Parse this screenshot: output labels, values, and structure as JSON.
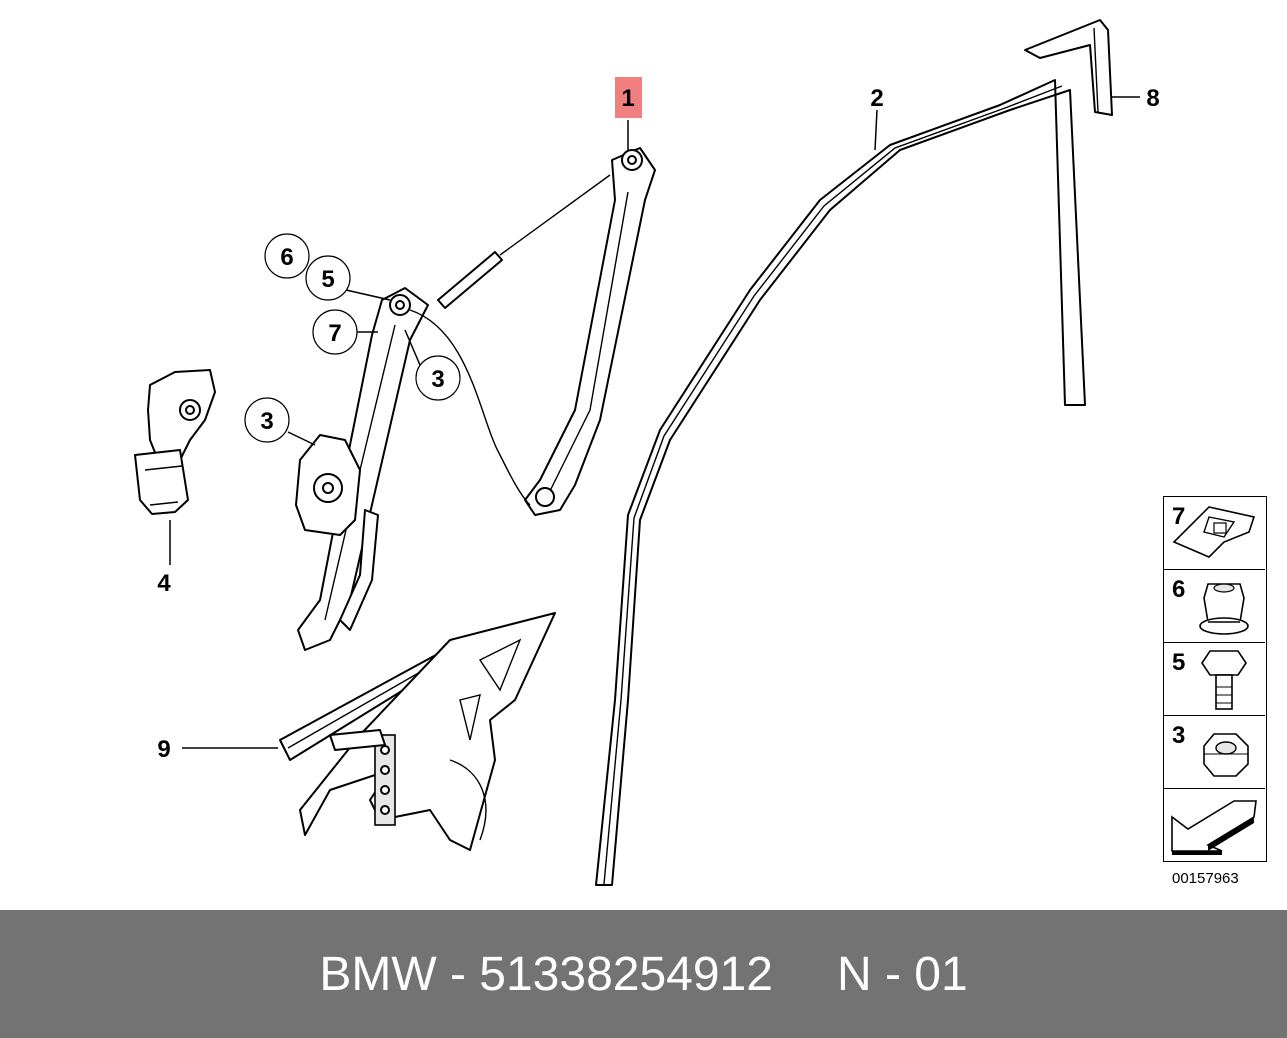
{
  "callouts": {
    "c1": "1",
    "c2": "2",
    "c8": "8",
    "c6": "6",
    "c5": "5",
    "c7": "7",
    "c3a": "3",
    "c3b": "3",
    "c4": "4",
    "c9": "9"
  },
  "highlight_color": "#f08080",
  "inset": {
    "items": [
      {
        "number": "7",
        "icon": "clip-nut-icon"
      },
      {
        "number": "6",
        "icon": "nut-icon"
      },
      {
        "number": "5",
        "icon": "hex-bolt-icon"
      },
      {
        "number": "3",
        "icon": "hex-nut-icon"
      }
    ],
    "arrow_icon": "arrow-icon"
  },
  "diagram_code": "00157963",
  "footer": {
    "brand_part": "BMW - 51338254912",
    "position": "N - 01",
    "background": "#737373"
  }
}
